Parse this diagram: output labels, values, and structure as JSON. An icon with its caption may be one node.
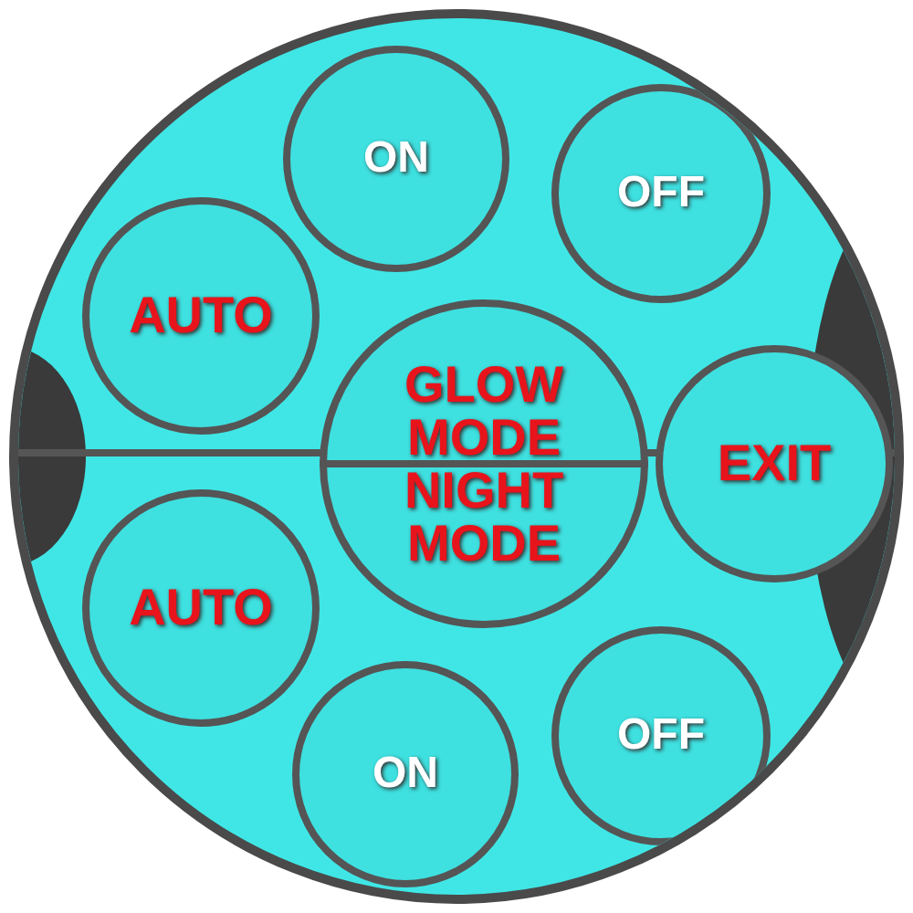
{
  "diagram": {
    "nodes": [
      {
        "text": [],
        "shape": "circle"
      },
      {
        "text": [
          "ON"
        ],
        "in": 0
      },
      {
        "text": [
          "OFF"
        ],
        "in": 0
      },
      {
        "text": [
          "AUTO"
        ],
        "in": 0
      },
      {
        "text": [
          "GLOW MODE"
        ],
        "in": 0
      },
      {
        "text": [
          "EXIT"
        ],
        "in": 0
      },
      {
        "text": [
          "NIGHT MODE"
        ],
        "in": 0
      },
      {
        "text": [
          "AUTO"
        ],
        "in": 0
      },
      {
        "text": [
          "OFF"
        ],
        "in": 0
      },
      {
        "text": [
          "ON"
        ],
        "in": 0
      }
    ]
  }
}
